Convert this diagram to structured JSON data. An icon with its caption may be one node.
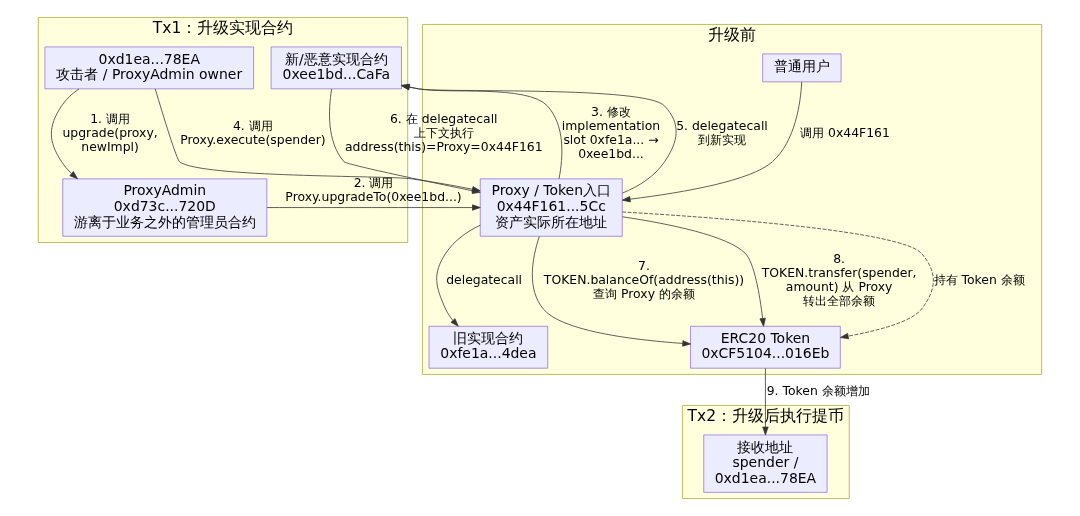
{
  "diagram": {
    "nodes": [
      {
        "text": [
          "Tx1：升级实现合约"
        ]
      },
      {
        "text": [
          "0xd1ea...78EA",
          "攻击者 / ProxyAdmin owner"
        ],
        "in": 0
      },
      {
        "text": [
          "ProxyAdmin",
          "0xd73c...720D",
          "游离于业务之外的管理员合约"
        ],
        "in": 0
      },
      {
        "text": [
          "新/恶意实现合约",
          "0xee1bd...CaFa"
        ],
        "in": 0
      },
      {
        "text": [
          "升级前"
        ]
      },
      {
        "text": [
          "普通用户"
        ],
        "in": 4
      },
      {
        "text": [
          "Proxy / Token入口",
          "0x44F161...5Cc",
          "资产实际所在地址"
        ],
        "in": 4
      },
      {
        "text": [
          "旧实现合约",
          "0xfe1a...4dea"
        ],
        "in": 4
      },
      {
        "text": [
          "ERC20 Token",
          "0xCF5104...016Eb"
        ],
        "in": 4
      },
      {
        "text": [
          "Tx2：升级后执行提币"
        ]
      },
      {
        "text": [
          "接收地址",
          "spender / 0xd1ea...78EA"
        ],
        "in": 9
      }
    ],
    "edges": [
      {
        "from": 1,
        "to": 2,
        "arrow": "to",
        "label": "1. 调用 upgrade(proxy, newImpl)"
      },
      {
        "from": 2,
        "to": 6,
        "arrow": "to",
        "label": "2. 调用 Proxy.upgradeTo(0xee1bd...)"
      },
      {
        "from": 6,
        "to": 3,
        "arrow": "to",
        "label": "3. 修改 implementation slot 0xfe1a... → 0xee1bd..."
      },
      {
        "from": 1,
        "to": 6,
        "arrow": "to",
        "label": "4. 调用 Proxy.execute(spender)"
      },
      {
        "from": 6,
        "to": 3,
        "arrow": "to",
        "label": "5. delegatecall 到新实现"
      },
      {
        "from": 3,
        "to": 6,
        "arrow": "to",
        "label": "6. 在 delegatecall 上下文执行 address(this)=Proxy=0x44F161"
      },
      {
        "from": 6,
        "to": 8,
        "arrow": "to",
        "label": "7. TOKEN.balanceOf(address(this)) 查询 Proxy 的余额"
      },
      {
        "from": 6,
        "to": 8,
        "arrow": "to",
        "label": "8. TOKEN.transfer(spender, amount) 从 Proxy 转出全部余额"
      },
      {
        "from": 8,
        "to": 10,
        "arrow": "to",
        "label": "9. Token 余额增加"
      },
      {
        "from": 5,
        "to": 6,
        "arrow": "to",
        "label": "调用 0x44F161"
      },
      {
        "from": 6,
        "to": 7,
        "arrow": "to",
        "label": "delegatecall"
      },
      {
        "from": 6,
        "to": 8,
        "arrow": "to",
        "label": "持有 Token 余额",
        "style": "dashed"
      }
    ]
  }
}
